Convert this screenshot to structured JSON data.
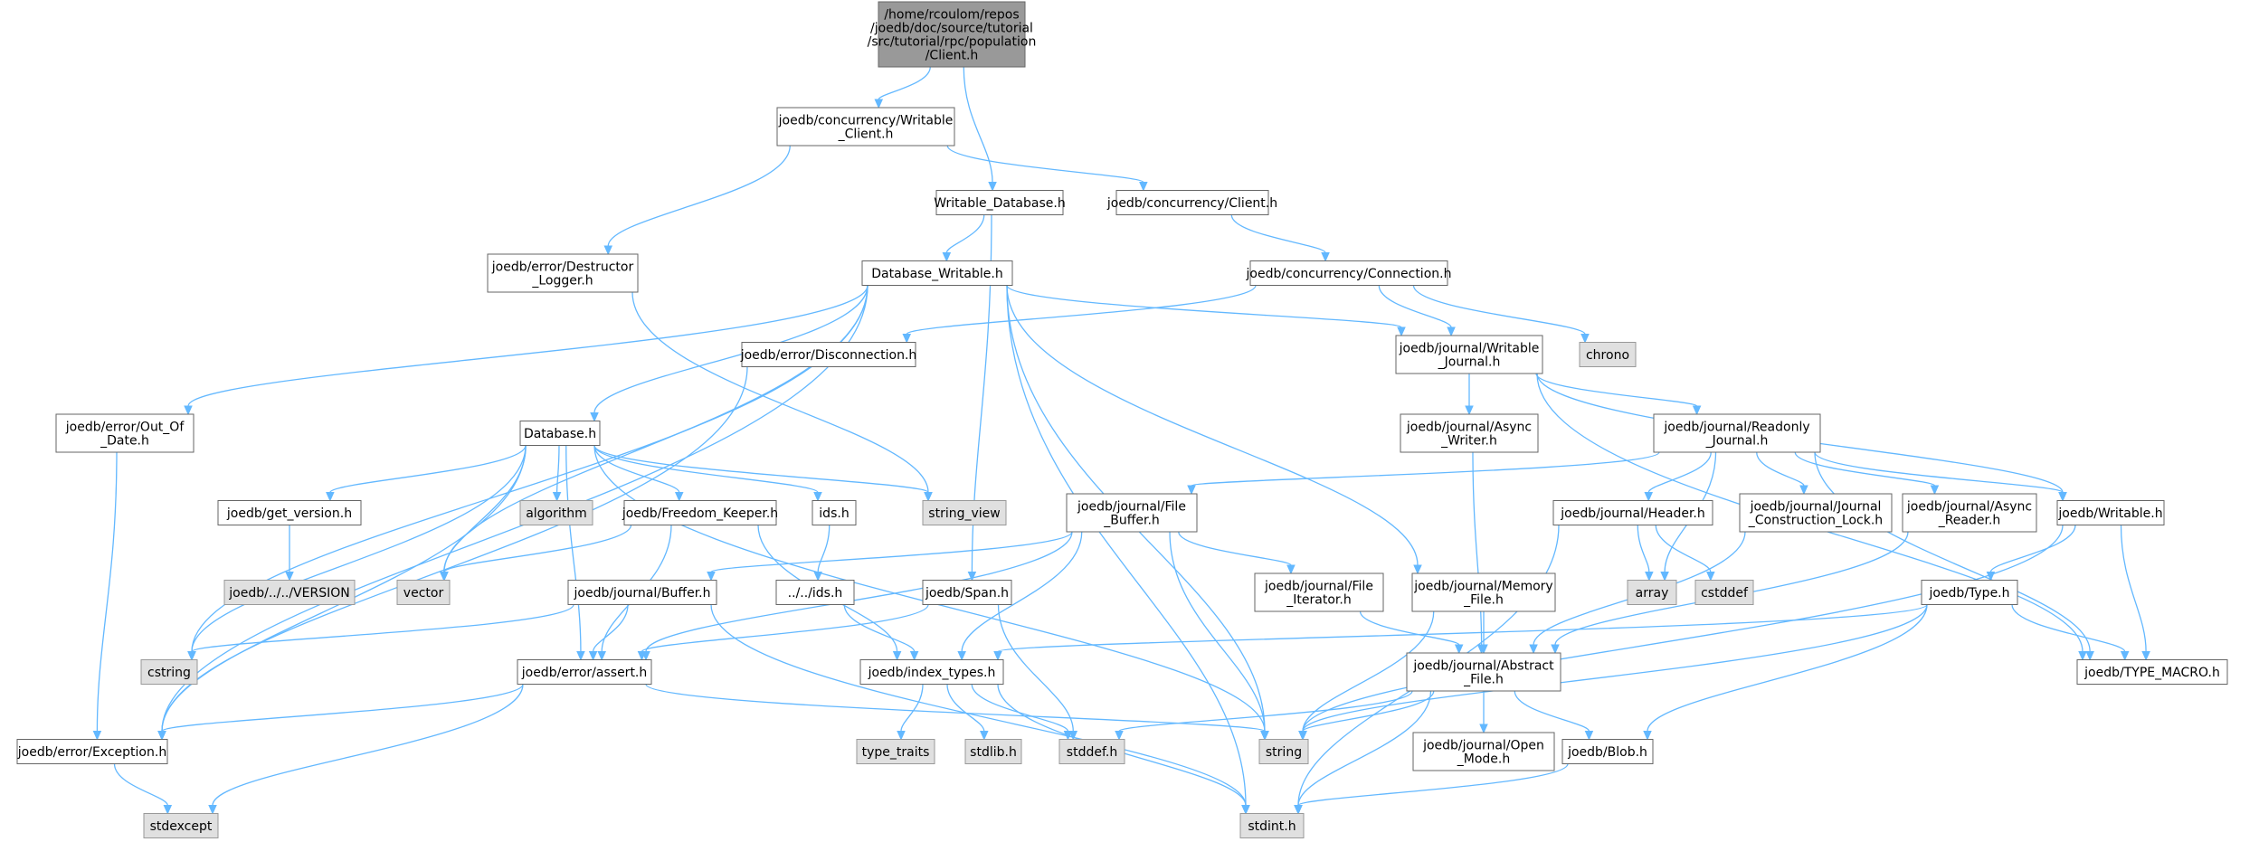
{
  "title": "Include dependency graph",
  "nodes": [
    {
      "id": "root",
      "lines": [
        "/home/rcoulom/repos",
        "/joedb/doc/source/tutorial",
        "/src/tutorial/rpc/population",
        "/Client.h"
      ],
      "style": "root"
    },
    {
      "id": "writable_client",
      "lines": [
        "joedb/concurrency/Writable",
        "_Client.h"
      ],
      "style": "white"
    },
    {
      "id": "writable_database",
      "lines": [
        "Writable_Database.h"
      ],
      "style": "white"
    },
    {
      "id": "concurrency_client",
      "lines": [
        "joedb/concurrency/Client.h"
      ],
      "style": "white"
    },
    {
      "id": "destructor_logger",
      "lines": [
        "joedb/error/Destructor",
        "_Logger.h"
      ],
      "style": "white"
    },
    {
      "id": "database_writable",
      "lines": [
        "Database_Writable.h"
      ],
      "style": "white"
    },
    {
      "id": "connection",
      "lines": [
        "joedb/concurrency/Connection.h"
      ],
      "style": "white"
    },
    {
      "id": "disconnection",
      "lines": [
        "joedb/error/Disconnection.h"
      ],
      "style": "white"
    },
    {
      "id": "writable_journal",
      "lines": [
        "joedb/journal/Writable",
        "_Journal.h"
      ],
      "style": "white"
    },
    {
      "id": "chrono",
      "lines": [
        "chrono"
      ],
      "style": "gray"
    },
    {
      "id": "out_of_date",
      "lines": [
        "joedb/error/Out_Of",
        "_Date.h"
      ],
      "style": "white"
    },
    {
      "id": "database",
      "lines": [
        "Database.h"
      ],
      "style": "white"
    },
    {
      "id": "async_writer",
      "lines": [
        "joedb/journal/Async",
        "_Writer.h"
      ],
      "style": "white"
    },
    {
      "id": "readonly_journal",
      "lines": [
        "joedb/journal/Readonly",
        "_Journal.h"
      ],
      "style": "white"
    },
    {
      "id": "get_version",
      "lines": [
        "joedb/get_version.h"
      ],
      "style": "white"
    },
    {
      "id": "algorithm",
      "lines": [
        "algorithm"
      ],
      "style": "gray"
    },
    {
      "id": "freedom_keeper",
      "lines": [
        "joedb/Freedom_Keeper.h"
      ],
      "style": "white"
    },
    {
      "id": "ids_h",
      "lines": [
        "ids.h"
      ],
      "style": "white"
    },
    {
      "id": "string_view",
      "lines": [
        "string_view"
      ],
      "style": "gray"
    },
    {
      "id": "file_buffer",
      "lines": [
        "joedb/journal/File",
        "_Buffer.h"
      ],
      "style": "white"
    },
    {
      "id": "header",
      "lines": [
        "joedb/journal/Header.h"
      ],
      "style": "white"
    },
    {
      "id": "construction_lock",
      "lines": [
        "joedb/journal/Journal",
        "_Construction_Lock.h"
      ],
      "style": "white"
    },
    {
      "id": "async_reader",
      "lines": [
        "joedb/journal/Async",
        "_Reader.h"
      ],
      "style": "white"
    },
    {
      "id": "writable_h",
      "lines": [
        "joedb/Writable.h"
      ],
      "style": "white"
    },
    {
      "id": "version",
      "lines": [
        "joedb/../../VERSION"
      ],
      "style": "gray"
    },
    {
      "id": "vector",
      "lines": [
        "vector"
      ],
      "style": "gray"
    },
    {
      "id": "ids_up",
      "lines": [
        "../../ids.h"
      ],
      "style": "white"
    },
    {
      "id": "buffer",
      "lines": [
        "joedb/journal/Buffer.h"
      ],
      "style": "white"
    },
    {
      "id": "span",
      "lines": [
        "joedb/Span.h"
      ],
      "style": "white"
    },
    {
      "id": "file_iterator",
      "lines": [
        "joedb/journal/File",
        "_Iterator.h"
      ],
      "style": "white"
    },
    {
      "id": "memory_file",
      "lines": [
        "joedb/journal/Memory",
        "_File.h"
      ],
      "style": "white"
    },
    {
      "id": "array",
      "lines": [
        "array"
      ],
      "style": "gray"
    },
    {
      "id": "cstddef",
      "lines": [
        "cstddef"
      ],
      "style": "gray"
    },
    {
      "id": "type_h",
      "lines": [
        "joedb/Type.h"
      ],
      "style": "white"
    },
    {
      "id": "cstring",
      "lines": [
        "cstring"
      ],
      "style": "gray"
    },
    {
      "id": "assert_h",
      "lines": [
        "joedb/error/assert.h"
      ],
      "style": "white"
    },
    {
      "id": "index_types",
      "lines": [
        "joedb/index_types.h"
      ],
      "style": "white"
    },
    {
      "id": "abstract_file",
      "lines": [
        "joedb/journal/Abstract",
        "_File.h"
      ],
      "style": "white"
    },
    {
      "id": "type_macro",
      "lines": [
        "joedb/TYPE_MACRO.h"
      ],
      "style": "white"
    },
    {
      "id": "exception",
      "lines": [
        "joedb/error/Exception.h"
      ],
      "style": "white"
    },
    {
      "id": "type_traits",
      "lines": [
        "type_traits"
      ],
      "style": "gray"
    },
    {
      "id": "stdlib",
      "lines": [
        "stdlib.h"
      ],
      "style": "gray"
    },
    {
      "id": "stddef",
      "lines": [
        "stddef.h"
      ],
      "style": "gray"
    },
    {
      "id": "string",
      "lines": [
        "string"
      ],
      "style": "gray"
    },
    {
      "id": "open_mode",
      "lines": [
        "joedb/journal/Open",
        "_Mode.h"
      ],
      "style": "white"
    },
    {
      "id": "blob",
      "lines": [
        "joedb/Blob.h"
      ],
      "style": "white"
    },
    {
      "id": "stdexcept",
      "lines": [
        "stdexcept"
      ],
      "style": "gray"
    },
    {
      "id": "stdint",
      "lines": [
        "stdint.h"
      ],
      "style": "gray"
    }
  ],
  "edges": [
    [
      "root",
      "writable_client"
    ],
    [
      "root",
      "writable_database"
    ],
    [
      "writable_client",
      "destructor_logger"
    ],
    [
      "writable_client",
      "concurrency_client"
    ],
    [
      "writable_database",
      "database_writable"
    ],
    [
      "writable_database",
      "span"
    ],
    [
      "concurrency_client",
      "connection"
    ],
    [
      "destructor_logger",
      "string_view"
    ],
    [
      "connection",
      "disconnection"
    ],
    [
      "connection",
      "writable_journal"
    ],
    [
      "connection",
      "chrono"
    ],
    [
      "database_writable",
      "out_of_date"
    ],
    [
      "database_writable",
      "database"
    ],
    [
      "database_writable",
      "writable_journal"
    ],
    [
      "database_writable",
      "memory_file"
    ],
    [
      "database_writable",
      "vector"
    ],
    [
      "database_writable",
      "cstring"
    ],
    [
      "database_writable",
      "exception"
    ],
    [
      "database_writable",
      "string"
    ],
    [
      "database_writable",
      "stdint"
    ],
    [
      "disconnection",
      "exception"
    ],
    [
      "out_of_date",
      "exception"
    ],
    [
      "writable_journal",
      "async_writer"
    ],
    [
      "writable_journal",
      "readonly_journal"
    ],
    [
      "writable_journal",
      "writable_h"
    ],
    [
      "writable_journal",
      "type_macro"
    ],
    [
      "async_writer",
      "abstract_file"
    ],
    [
      "readonly_journal",
      "file_buffer"
    ],
    [
      "readonly_journal",
      "header"
    ],
    [
      "readonly_journal",
      "construction_lock"
    ],
    [
      "readonly_journal",
      "async_reader"
    ],
    [
      "readonly_journal",
      "writable_h"
    ],
    [
      "readonly_journal",
      "array"
    ],
    [
      "readonly_journal",
      "type_macro"
    ],
    [
      "database",
      "get_version"
    ],
    [
      "database",
      "algorithm"
    ],
    [
      "database",
      "freedom_keeper"
    ],
    [
      "database",
      "ids_h"
    ],
    [
      "database",
      "string_view"
    ],
    [
      "database",
      "vector"
    ],
    [
      "database",
      "cstring"
    ],
    [
      "database",
      "assert_h"
    ],
    [
      "database",
      "exception"
    ],
    [
      "database",
      "string"
    ],
    [
      "get_version",
      "version"
    ],
    [
      "freedom_keeper",
      "vector"
    ],
    [
      "freedom_keeper",
      "assert_h"
    ],
    [
      "freedom_keeper",
      "index_types"
    ],
    [
      "ids_h",
      "ids_up"
    ],
    [
      "ids_up",
      "index_types"
    ],
    [
      "file_buffer",
      "buffer"
    ],
    [
      "file_buffer",
      "file_iterator"
    ],
    [
      "file_buffer",
      "index_types"
    ],
    [
      "file_buffer",
      "assert_h"
    ],
    [
      "file_buffer",
      "string"
    ],
    [
      "header",
      "array"
    ],
    [
      "header",
      "cstddef"
    ],
    [
      "header",
      "stdint"
    ],
    [
      "construction_lock",
      "abstract_file"
    ],
    [
      "async_reader",
      "abstract_file"
    ],
    [
      "writable_h",
      "type_h"
    ],
    [
      "writable_h",
      "type_macro"
    ],
    [
      "writable_h",
      "string"
    ],
    [
      "buffer",
      "cstring"
    ],
    [
      "buffer",
      "assert_h"
    ],
    [
      "buffer",
      "stdint"
    ],
    [
      "span",
      "assert_h"
    ],
    [
      "span",
      "stddef"
    ],
    [
      "file_iterator",
      "abstract_file"
    ],
    [
      "memory_file",
      "abstract_file"
    ],
    [
      "memory_file",
      "string"
    ],
    [
      "type_h",
      "index_types"
    ],
    [
      "type_h",
      "type_macro"
    ],
    [
      "type_h",
      "string"
    ],
    [
      "type_h",
      "blob"
    ],
    [
      "assert_h",
      "exception"
    ],
    [
      "assert_h",
      "stdexcept"
    ],
    [
      "assert_h",
      "string"
    ],
    [
      "index_types",
      "type_traits"
    ],
    [
      "index_types",
      "stdlib"
    ],
    [
      "index_types",
      "stddef"
    ],
    [
      "index_types",
      "stdint"
    ],
    [
      "abstract_file",
      "open_mode"
    ],
    [
      "abstract_file",
      "blob"
    ],
    [
      "abstract_file",
      "string"
    ],
    [
      "abstract_file",
      "stddef"
    ],
    [
      "abstract_file",
      "stdint"
    ],
    [
      "exception",
      "stdexcept"
    ],
    [
      "blob",
      "stdint"
    ]
  ]
}
